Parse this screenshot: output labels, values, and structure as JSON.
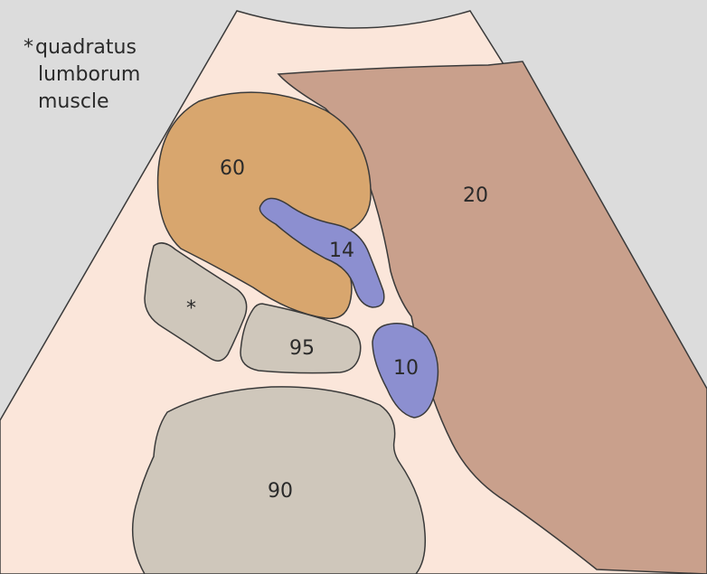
{
  "legend": {
    "marker": "*",
    "line1": "quadratus",
    "line2": "lumborum",
    "line3": "muscle"
  },
  "labels": {
    "l60": "60",
    "l20": "20",
    "l14": "14",
    "l10": "10",
    "l95": "95",
    "l90": "90",
    "star": "*"
  },
  "colors": {
    "background_gray": "#dcdcdc",
    "fan_pink": "#fbe6da",
    "organ_60": "#d8a66e",
    "organ_20": "#c9a08c",
    "vessel_blue": "#8c8fd0",
    "bone_gray": "#cfc7bb",
    "outline": "#3a3a3a"
  }
}
